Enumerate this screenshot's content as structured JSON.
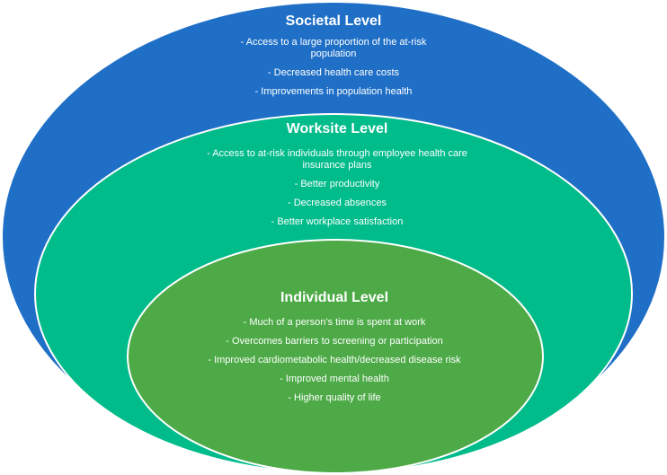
{
  "diagram": {
    "colors": {
      "societal_fill": "#1f6fc7",
      "worksite_fill": "#00bb8a",
      "individual_fill": "#4daa47",
      "outline": "#ffffff",
      "text": "#ffffff"
    },
    "levels": {
      "societal": {
        "title": "Societal Level",
        "items": [
          "- Access to a large proportion  of the at-risk population",
          "- Decreased health care costs",
          "- Improvements  in population health"
        ]
      },
      "worksite": {
        "title": "Worksite  Level",
        "items": [
          "- Access to at-risk individuals through employee health care insurance plans",
          "- Better productivity",
          "- Decreased absences",
          "- Better workplace satisfaction"
        ]
      },
      "individual": {
        "title": "Individual Level",
        "items": [
          "- Much of a person’s time is spent at work",
          "- Overcomes barriers to screening or participation",
          "- Improved cardiometabolic health/decreased disease risk",
          "- Improved mental health",
          "- Higher quality of life"
        ]
      }
    }
  }
}
